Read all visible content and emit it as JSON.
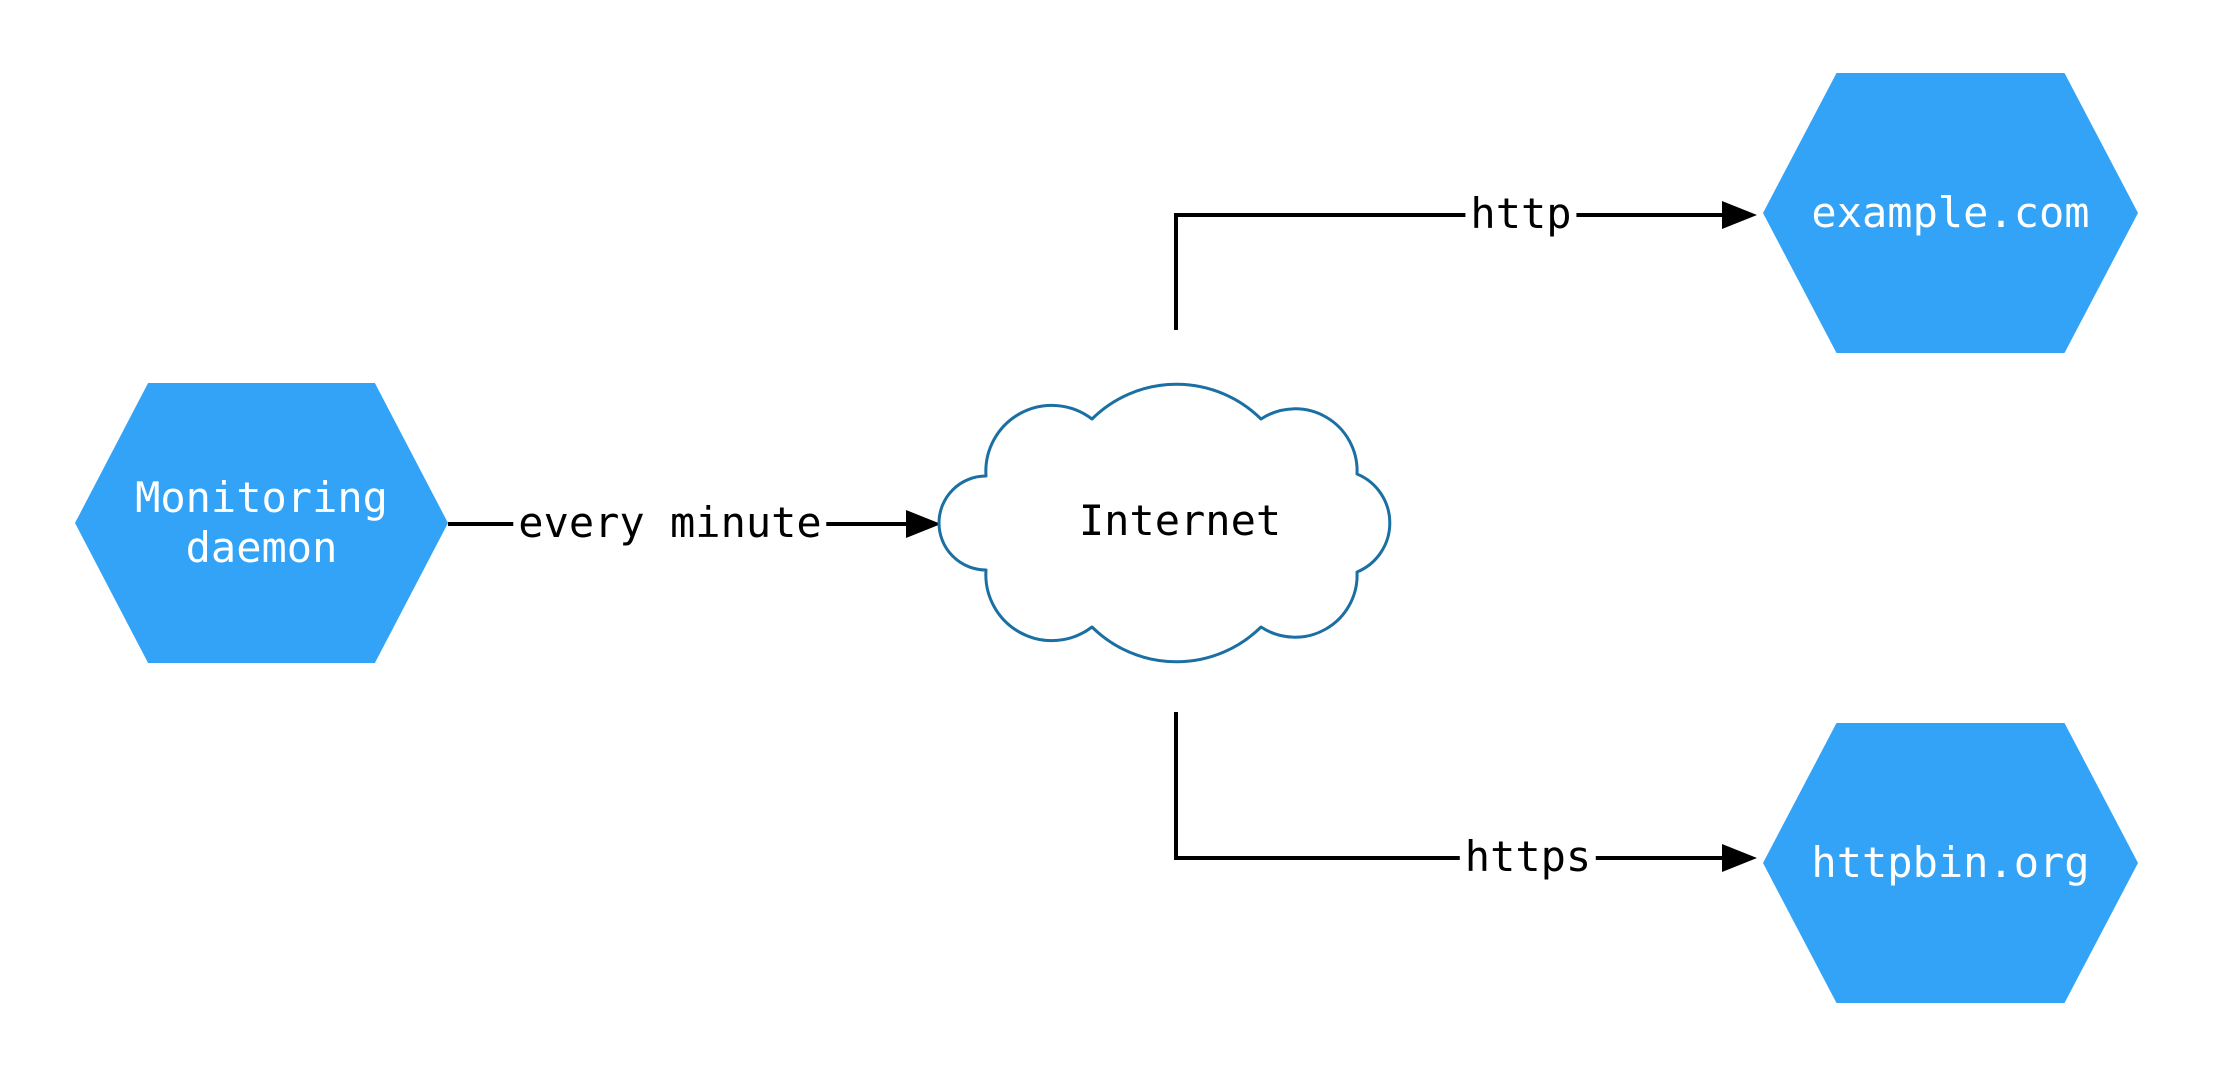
{
  "diagram": {
    "nodes": {
      "monitoring": {
        "label": "Monitoring\ndaemon",
        "shape": "hexagon"
      },
      "internet": {
        "label": "Internet",
        "shape": "cloud"
      },
      "example": {
        "label": "example.com",
        "shape": "hexagon"
      },
      "httpbin": {
        "label": "httpbin.org",
        "shape": "hexagon"
      }
    },
    "edges": {
      "every_minute": {
        "label": "every minute",
        "from": "monitoring",
        "to": "internet"
      },
      "http": {
        "label": "http",
        "from": "internet",
        "to": "example"
      },
      "https": {
        "label": "https",
        "from": "internet",
        "to": "httpbin"
      }
    },
    "colors": {
      "hexagon_fill": "#33a3f7",
      "hexagon_text": "#ffffff",
      "cloud_stroke": "#1a6fa3",
      "cloud_fill": "#ffffff",
      "connector": "#000000",
      "edge_label_text": "#000000",
      "background": "#ffffff"
    }
  }
}
